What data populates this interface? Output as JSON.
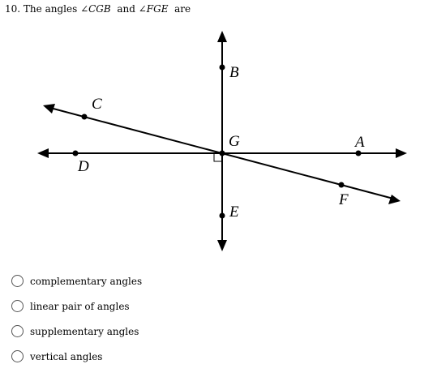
{
  "question": {
    "number": "10.",
    "prefix": "The angles",
    "angle1": "∠CGB",
    "conjunction": "and",
    "angle2": "∠FGE",
    "suffix": "are"
  },
  "diagram": {
    "points": [
      {
        "id": "pt-b",
        "label": "B"
      },
      {
        "id": "pt-c",
        "label": "C"
      },
      {
        "id": "pt-g",
        "label": "G"
      },
      {
        "id": "pt-a",
        "label": "A"
      },
      {
        "id": "pt-d",
        "label": "D"
      },
      {
        "id": "pt-f",
        "label": "F"
      },
      {
        "id": "pt-e",
        "label": "E"
      }
    ]
  },
  "options": [
    {
      "label": "complementary angles"
    },
    {
      "label": "linear pair of angles"
    },
    {
      "label": "supplementary angles"
    },
    {
      "label": "vertical angles"
    }
  ]
}
